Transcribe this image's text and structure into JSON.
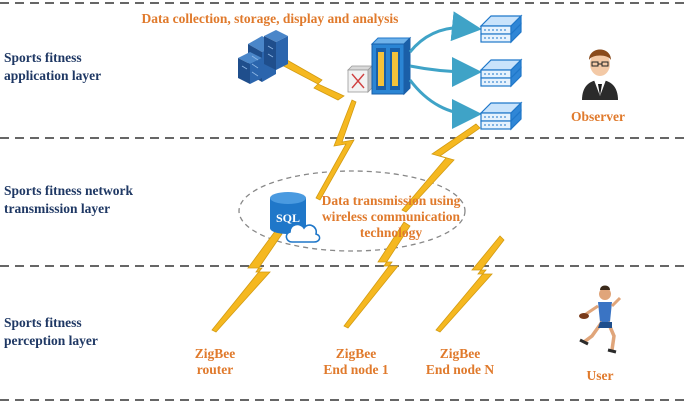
{
  "layers": [
    {
      "label": "Sports fitness\napplication layer"
    },
    {
      "label": "Sports fitness network\ntransmission layer"
    },
    {
      "label": "Sports fitness\nperception layer"
    }
  ],
  "top_caption": "Data collection, storage, display and analysis",
  "observer_label": "Observer",
  "transmission_text": "Data transmission using\nwireless communication\ntechnology",
  "sql_label": "SQL",
  "nodes": [
    {
      "label": "ZigBee\nrouter"
    },
    {
      "label": "ZigBee\nEnd node 1"
    },
    {
      "label": "ZigBee\nEnd node N"
    }
  ],
  "user_label": "User",
  "colors": {
    "layer_text": "#1f3864",
    "accent_text": "#e07a2c",
    "lightning": "#f5b820",
    "arrow": "#3fa3c7",
    "server_blue": "#1f77c9",
    "dash": "#333333"
  },
  "icons": [
    "server-cluster-icon",
    "switch-icon",
    "router-box-icon",
    "rack-server-icon",
    "sql-database-icon",
    "cloud-icon",
    "observer-person-icon",
    "runner-user-icon",
    "lightning-icon"
  ]
}
